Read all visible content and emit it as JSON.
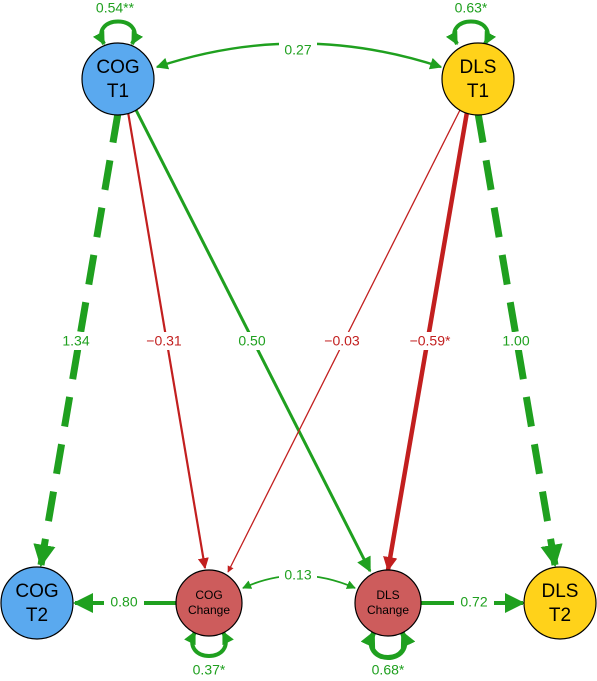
{
  "colors": {
    "positive": "#1fa01f",
    "negative": "#c21f1f",
    "cog_node": "#5aa9ef",
    "dls_node": "#ffd21a",
    "change_node": "#cd5c5c"
  },
  "nodes": {
    "cog_t1": {
      "line1": "COG",
      "line2": "T1"
    },
    "dls_t1": {
      "line1": "DLS",
      "line2": "T1"
    },
    "cog_t2": {
      "line1": "COG",
      "line2": "T2"
    },
    "dls_t2": {
      "line1": "DLS",
      "line2": "T2"
    },
    "cog_change": {
      "line1": "COG",
      "line2": "Change"
    },
    "dls_change": {
      "line1": "DLS",
      "line2": "Change"
    }
  },
  "edges": {
    "cog_t1_self": "0.54**",
    "dls_t1_self": "0.63*",
    "t1_covariance": "0.27",
    "cog_t1_to_cog_t2": "1.34",
    "cog_t1_to_cog_change": "−0.31",
    "cog_t1_to_dls_change": "0.50",
    "dls_t1_to_cog_change": "−0.03",
    "dls_t1_to_dls_change": "−0.59*",
    "dls_t1_to_dls_t2": "1.00",
    "change_covariance": "0.13",
    "cog_change_to_cog_t2": "0.80",
    "dls_change_to_dls_t2": "0.72",
    "cog_change_self": "0.37*",
    "dls_change_self": "0.68*"
  }
}
